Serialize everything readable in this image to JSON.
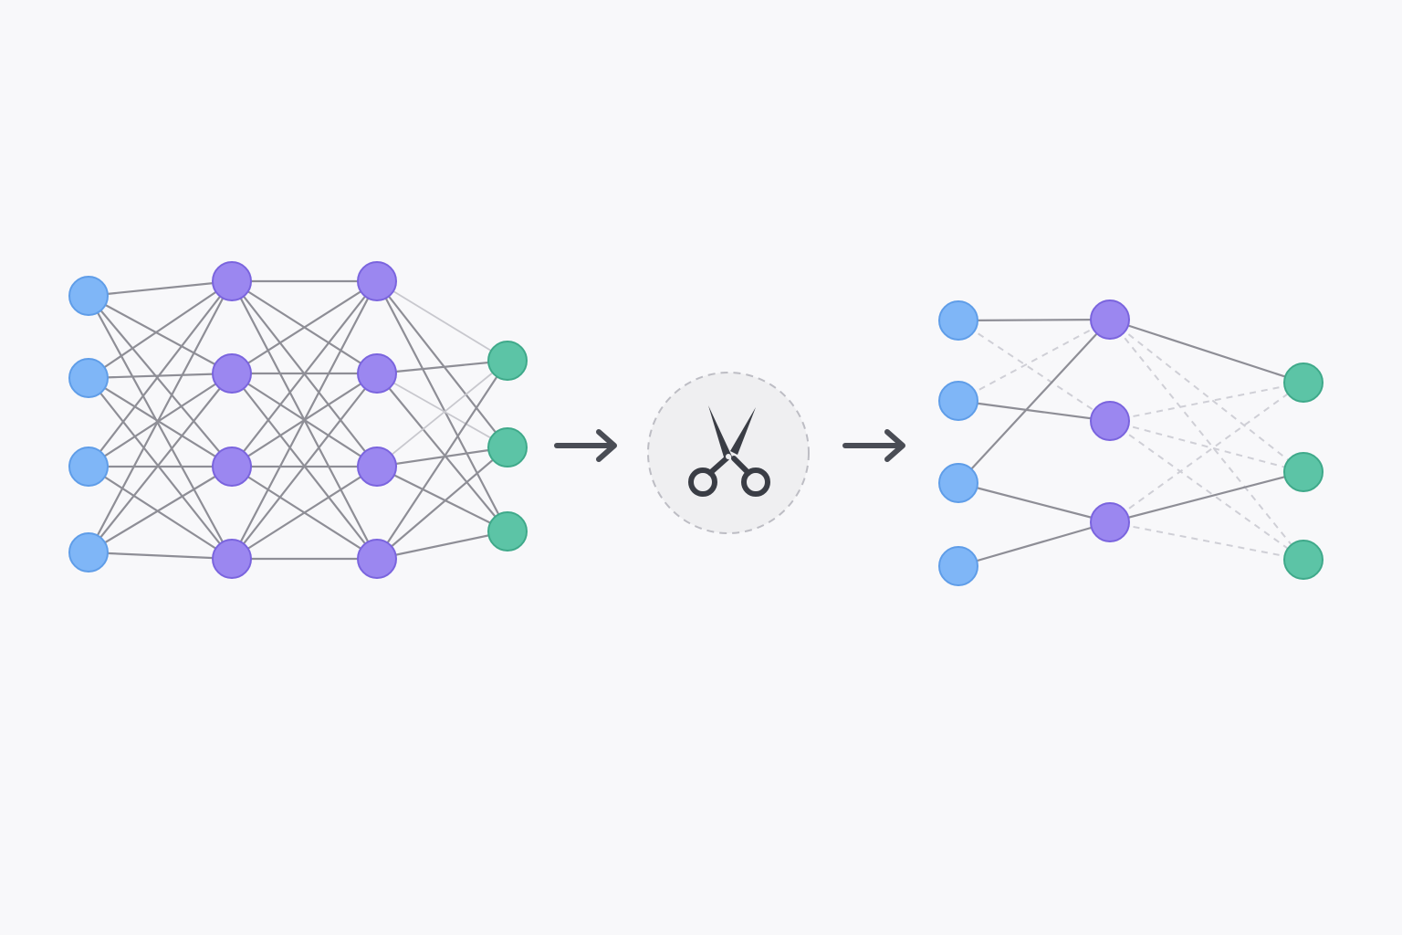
{
  "colors": {
    "background": "#f8f8fa",
    "input_fill": "#7fb6f7",
    "input_stroke": "#5f9de8",
    "hidden_fill": "#9b87f0",
    "hidden_stroke": "#7a64de",
    "output_fill": "#5cc4a6",
    "output_stroke": "#3fa98a",
    "edge": "#8e8e96",
    "edge_pruned": "#cfcfd6",
    "arrow": "#4a4d55",
    "scissors": "#3a3d45",
    "pruning_circle_fill": "#efeff1",
    "pruning_circle_border": "#bdbdc4"
  },
  "icons": {
    "arrow_1": "right-arrow-icon",
    "pruning": "scissors-icon",
    "arrow_2": "right-arrow-icon"
  },
  "diagram": {
    "dense_network": {
      "layers": [
        {
          "role": "input",
          "count": 4
        },
        {
          "role": "hidden",
          "count": 4
        },
        {
          "role": "hidden",
          "count": 4
        },
        {
          "role": "output",
          "count": 3
        }
      ],
      "connectivity": "fully-connected"
    },
    "pruned_network": {
      "layers": [
        {
          "role": "input",
          "count": 4
        },
        {
          "role": "hidden",
          "count": 3
        },
        {
          "role": "output",
          "count": 3
        }
      ],
      "kept_edges": [
        [
          0,
          0
        ],
        [
          1,
          1
        ],
        [
          2,
          0
        ],
        [
          2,
          2
        ],
        [
          3,
          2
        ]
      ],
      "kept_edges_out": [
        [
          0,
          0
        ],
        [
          2,
          1
        ]
      ],
      "pruned_edges": [
        [
          0,
          1
        ],
        [
          1,
          0
        ]
      ],
      "pruned_edges_out": [
        [
          0,
          1
        ],
        [
          0,
          2
        ],
        [
          1,
          0
        ],
        [
          1,
          1
        ],
        [
          1,
          2
        ],
        [
          2,
          0
        ],
        [
          2,
          2
        ]
      ]
    }
  }
}
